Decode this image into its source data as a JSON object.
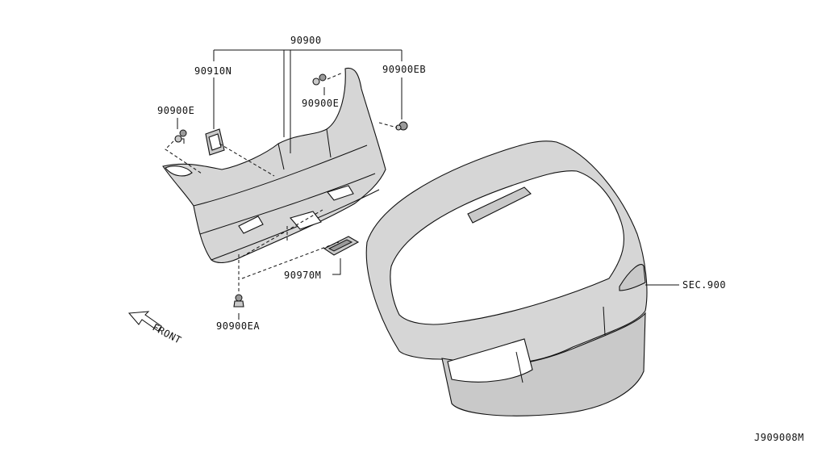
{
  "labels": {
    "p90900": "90900",
    "p90910N": "90910N",
    "p90900EB": "90900EB",
    "p90900E_left": "90900E",
    "p90900E_center": "90900E",
    "p90970M": "90970M",
    "p90900EA": "90900EA",
    "sec900": "SEC.900",
    "front": "FRONT",
    "diagram_code": "J909008M"
  }
}
